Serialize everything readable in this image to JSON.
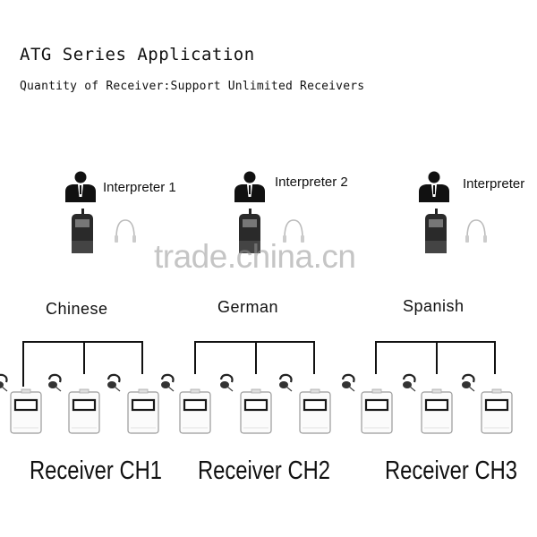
{
  "header": {
    "title": "ATG Series Application",
    "subtitle": "Quantity of Receiver:Support Unlimited Receivers"
  },
  "groups": [
    {
      "interpreter": "Interpreter 1",
      "language": "Chinese",
      "receiver": "Receiver CH1"
    },
    {
      "interpreter": "Interpreter 2",
      "language": "German",
      "receiver": "Receiver CH2"
    },
    {
      "interpreter": "Interpreter",
      "language": "Spanish",
      "receiver": "Receiver CH3"
    }
  ],
  "watermark": "trade.china.cn",
  "icons": {
    "person": "person-icon",
    "transmitter": "transmitter-icon",
    "headset": "headset-icon",
    "earhook": "earhook-icon",
    "receiver": "receiver-device-icon"
  },
  "colors": {
    "line": "#111111",
    "device_border": "#999999",
    "device_screen": "#1a1a1a"
  }
}
